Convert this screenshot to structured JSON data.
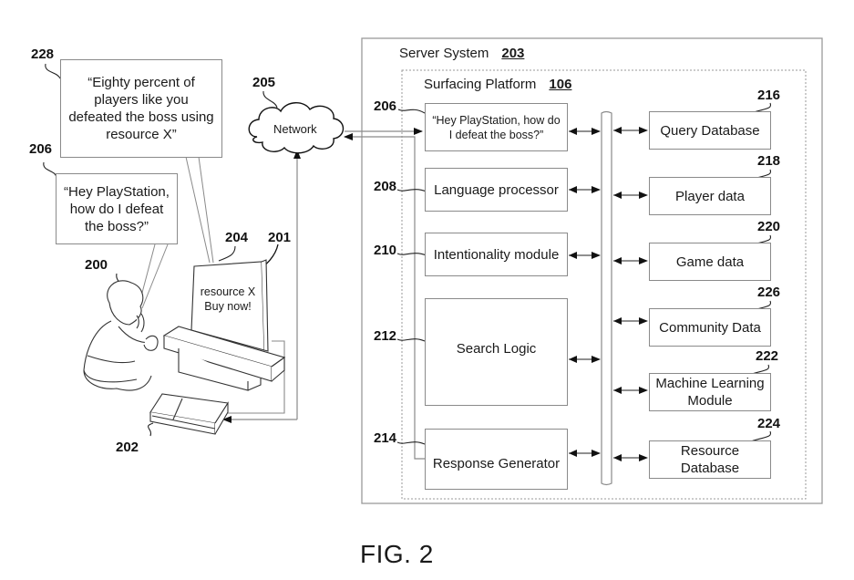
{
  "figure": {
    "caption": "FIG. 2",
    "server_system": {
      "label": "Server System",
      "ref": "203"
    },
    "surfacing_platform": {
      "label": "Surfacing Platform",
      "ref": "106"
    },
    "network": {
      "label": "Network",
      "ref": "205"
    },
    "user": {
      "ref": "200"
    },
    "console": {
      "ref": "202"
    },
    "display": {
      "ref": "204",
      "screen_ref": "201",
      "screen_lines": [
        "resource X",
        "Buy now!"
      ]
    },
    "bubbles": [
      {
        "ref": "228",
        "lines": [
          "“Eighty percent of",
          "players like you",
          "defeated the boss using",
          "resource X”"
        ]
      },
      {
        "ref": "206",
        "lines": [
          "“Hey PlayStation,",
          "how do I defeat",
          "the boss?”"
        ]
      }
    ],
    "left_modules": [
      {
        "ref": "206",
        "lines": [
          "“Hey PlayStation, how do",
          "I defeat the boss?”"
        ]
      },
      {
        "ref": "208",
        "lines": [
          "Language processor"
        ]
      },
      {
        "ref": "210",
        "lines": [
          "Intentionality module"
        ]
      },
      {
        "ref": "212",
        "lines": [
          "Search Logic"
        ]
      },
      {
        "ref": "214",
        "lines": [
          "Response Generator"
        ]
      }
    ],
    "right_modules": [
      {
        "ref": "216",
        "lines": [
          "Query Database"
        ]
      },
      {
        "ref": "218",
        "lines": [
          "Player data"
        ]
      },
      {
        "ref": "220",
        "lines": [
          "Game data"
        ]
      },
      {
        "ref": "226",
        "lines": [
          "Community Data"
        ]
      },
      {
        "ref": "222",
        "lines": [
          "Machine Learning",
          "Module"
        ]
      },
      {
        "ref": "224",
        "lines": [
          "Resource",
          "Database"
        ]
      }
    ]
  }
}
